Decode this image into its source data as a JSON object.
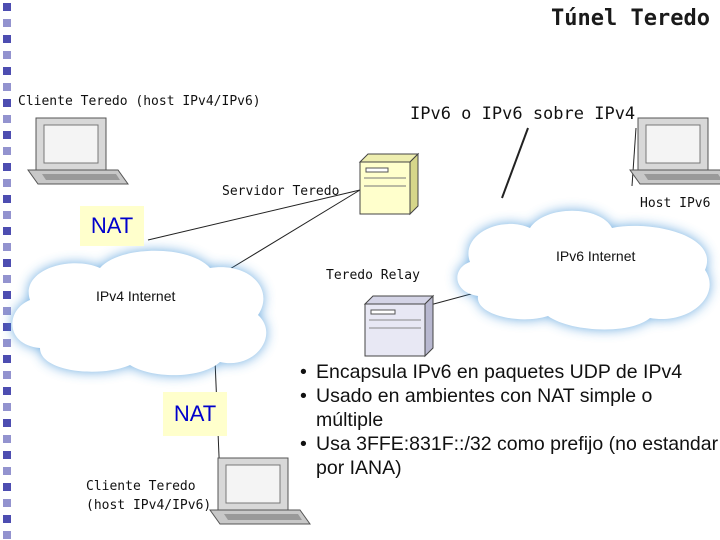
{
  "title": "Túnel Teredo",
  "labels": {
    "client_top": "Cliente Teredo (host IPv4/IPv6)",
    "ipv6_path": "IPv6 o IPv6 sobre IPv4",
    "server": "Servidor Teredo",
    "host_ipv6": "Host IPv6",
    "ipv6_internet": "IPv6 Internet",
    "relay": "Teredo Relay",
    "ipv4_internet": "IPv4 Internet",
    "nat_top": "NAT",
    "nat_bottom": "NAT",
    "client_bottom_line1": "Cliente Teredo",
    "client_bottom_line2": "(host IPv4/IPv6)"
  },
  "bullets": [
    "Encapsula IPv6 en paquetes UDP de IPv4",
    "Usado en ambientes con NAT simple o múltiple",
    "Usa 3FFE:831F::/32 como prefijo (no estandar por IANA)"
  ],
  "colors": {
    "cloud": "#ffffff",
    "cloud_stroke": "#3a8fd6",
    "nat_fill": "#ffffcc",
    "nat_text": "#0000cc",
    "server_fill": "#ffffcc",
    "relay_fill": "#e8e8f4",
    "strip": "#3a3aa8"
  },
  "icons": [
    "computer-icon",
    "server-icon",
    "cloud-icon"
  ]
}
